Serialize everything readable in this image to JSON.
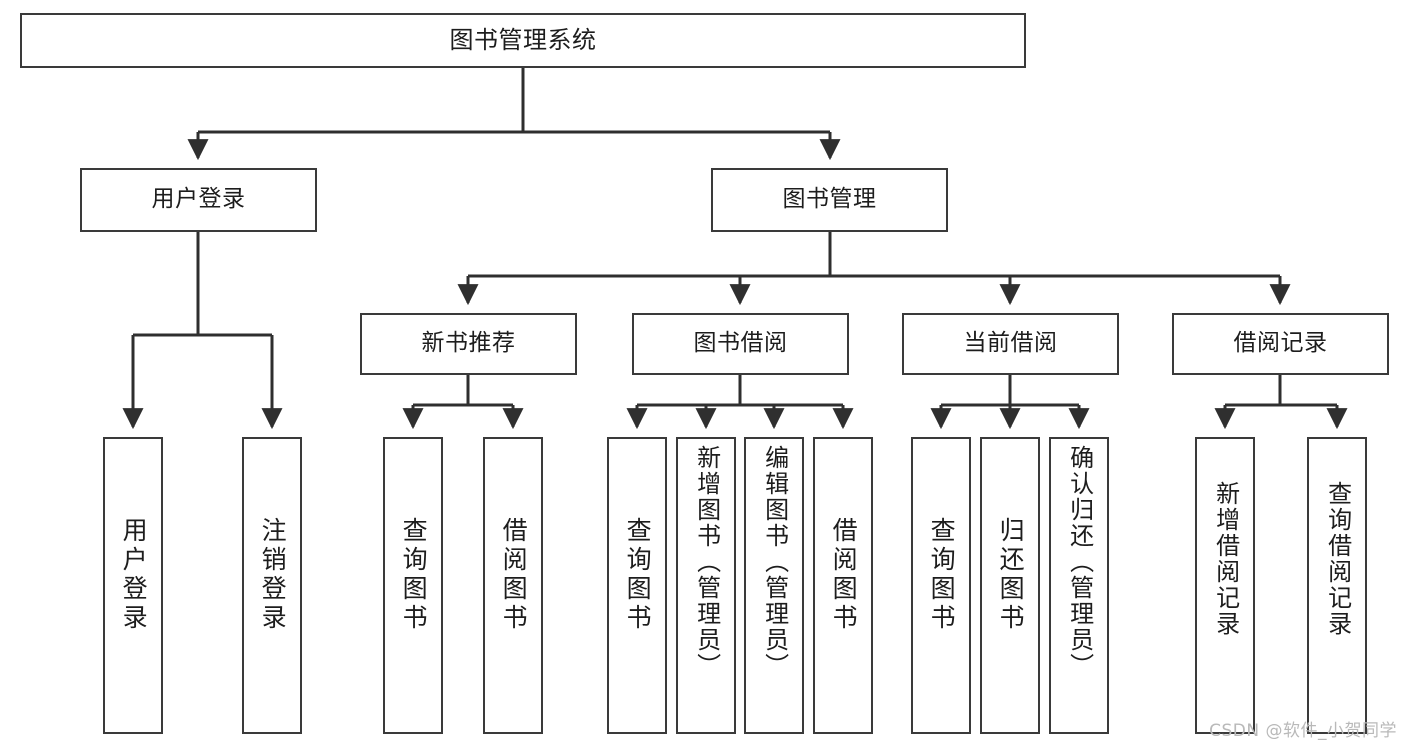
{
  "diagram": {
    "title": "图书管理系统",
    "watermark": "CSDN @软件_小贺同学",
    "colors": {
      "box_border": "#3a3a3a",
      "box_fill": "#ffffff",
      "edge": "#2f2f2f",
      "text": "#1d1d1d",
      "watermark": "#b9b9b9",
      "background": "#ffffff"
    },
    "levels": {
      "root": "图书管理系统",
      "level2": [
        "用户登录",
        "图书管理"
      ],
      "level3": [
        "新书推荐",
        "图书借阅",
        "当前借阅",
        "借阅记录"
      ]
    },
    "nodes": {
      "root": "图书管理系统",
      "user_login": "用户登录",
      "book_manage": "图书管理",
      "new_book_rec": "新书推荐",
      "book_borrow": "图书借阅",
      "current_borrow": "当前借阅",
      "borrow_record": "借阅记录",
      "leaf_user_login": "用户登录",
      "leaf_logout": "注销登录",
      "leaf_query_book_a": "查询图书",
      "leaf_borrow_book_a": "借阅图书",
      "leaf_query_book_b": "查询图书",
      "leaf_add_book_admin": "新增图书（管理员）",
      "leaf_edit_book_admin": "编辑图书（管理员）",
      "leaf_borrow_book_b": "借阅图书",
      "leaf_query_book_c": "查询图书",
      "leaf_return_book": "归还图书",
      "leaf_confirm_return_admin": "确认归还（管理员）",
      "leaf_add_record": "新增借阅记录",
      "leaf_query_record": "查询借阅记录"
    }
  }
}
